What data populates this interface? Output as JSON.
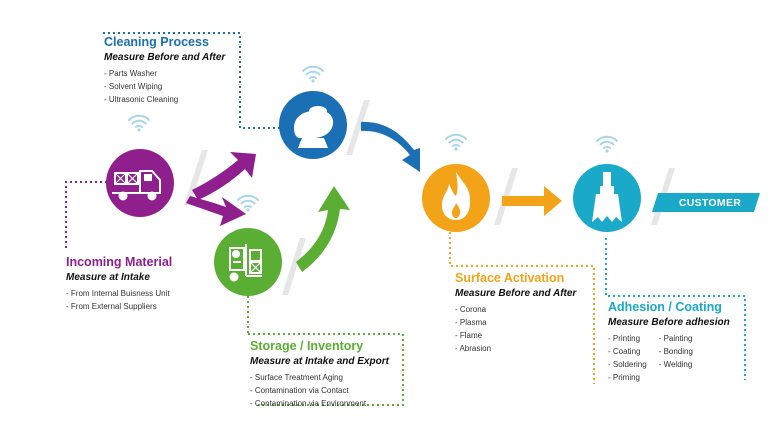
{
  "colors": {
    "cleaning": "#1a6fb5",
    "incoming": "#8e1f8c",
    "storage": "#5aae33",
    "surface": "#f3a318",
    "adhesion": "#1aa9c9"
  },
  "stages": {
    "cleaning": {
      "title": "Cleaning Process",
      "subtitle": "Measure Before and After",
      "items": [
        "- Parts Washer",
        "- Solvent Wiping",
        "- Ultrasonic Cleaning"
      ],
      "icon": "hand-wiping-icon"
    },
    "incoming": {
      "title": "Incoming Material",
      "subtitle": "Measure at Intake",
      "items": [
        "- From Internal Buisness Unit",
        "- From External Suppliers"
      ],
      "icon": "delivery-truck-icon"
    },
    "storage": {
      "title": "Storage / Inventory",
      "subtitle": "Measure at Intake and Export",
      "items": [
        "- Surface Treatment Aging",
        "- Contamination via Contact",
        "- Contamination via Environment"
      ],
      "icon": "forklift-icon"
    },
    "surface": {
      "title": "Surface Activation",
      "subtitle": "Measure Before and After",
      "items": [
        "- Corona",
        "- Plasma",
        "- Flame",
        "- Abrasion"
      ],
      "icon": "flame-icon"
    },
    "adhesion": {
      "title": "Adhesion / Coating",
      "subtitle": "Measure Before adhesion",
      "col1": [
        "- Printing",
        "- Coating",
        "- Soldering",
        "- Priming"
      ],
      "col2": [
        "- Painting",
        "- Bonding",
        "- Welding"
      ],
      "icon": "paint-brush-icon"
    }
  },
  "customer": "CUSTOMER",
  "wifi_icon": "wireless-signal-icon"
}
